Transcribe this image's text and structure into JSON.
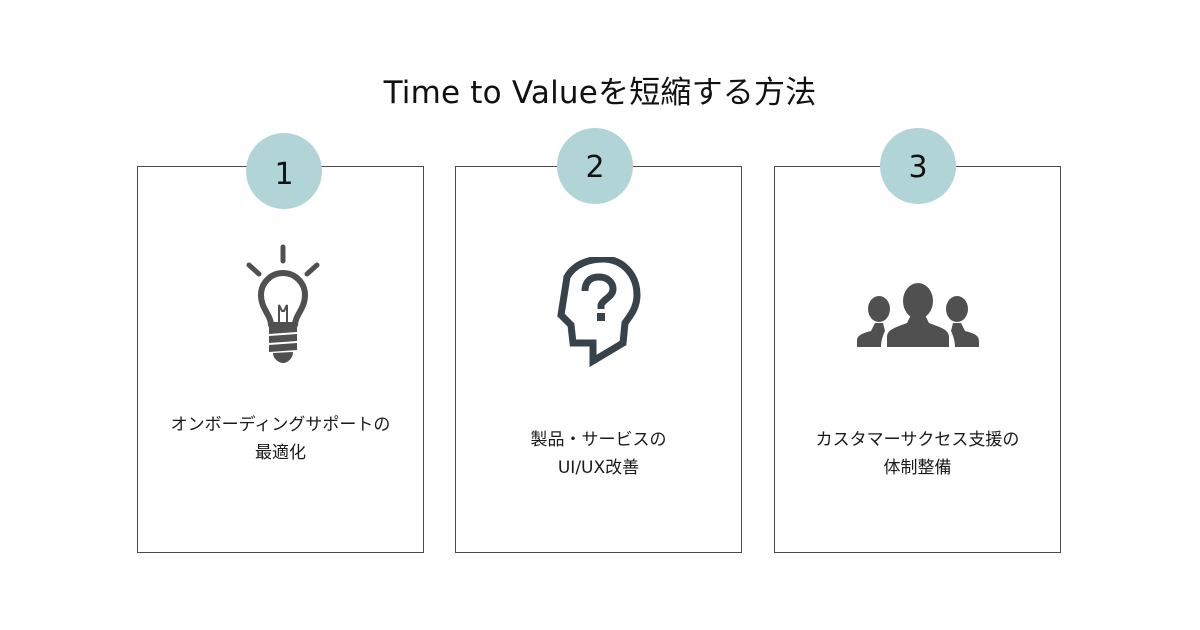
{
  "title": "Time to Valueを短縮する方法",
  "colors": {
    "badge_bg": "#b1d5d6",
    "border": "#4a4a4a",
    "icon_gray": "#505050",
    "icon_slate": "#37424a"
  },
  "cards": [
    {
      "number": "1",
      "icon": "lightbulb-icon",
      "label_lines": [
        "オンボーディングサポートの",
        "最適化"
      ]
    },
    {
      "number": "2",
      "icon": "head-question-icon",
      "label_lines": [
        "製品・サービスの",
        "UI/UX改善"
      ]
    },
    {
      "number": "3",
      "icon": "people-group-icon",
      "label_lines": [
        "カスタマーサクセス支援の",
        "体制整備"
      ]
    }
  ]
}
